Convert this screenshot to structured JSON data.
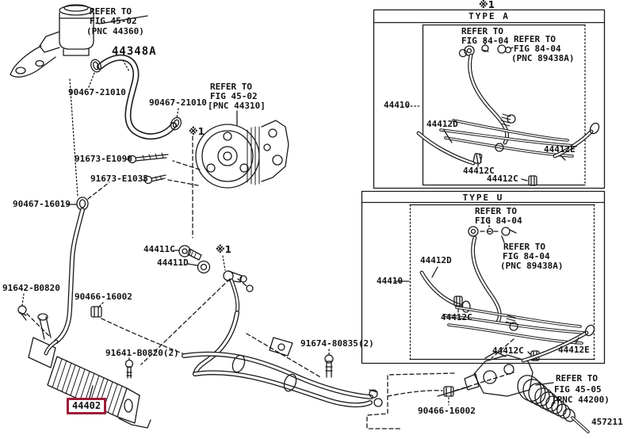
{
  "figure_code": "457211",
  "colors": {
    "line": "#1a1a1a",
    "highlight": "#9e1d38",
    "bg": "#ffffff"
  },
  "marks": {
    "panel_a": "※1",
    "pump": "※1",
    "union": "※1"
  },
  "panels": {
    "a": {
      "title": "TYPE A"
    },
    "u": {
      "title": "TYPE U"
    }
  },
  "notes": {
    "reservoir": [
      "REFER TO",
      "FIG 45-02",
      "(PNC 44360)"
    ],
    "pump": [
      "REFER TO",
      "FIG 45-02",
      "[PNC 44310]"
    ],
    "gear": [
      "REFER TO",
      "FIG 45-05",
      "(PNC 44200)"
    ],
    "panel_a_top": [
      "REFER TO",
      "FIG 84-04"
    ],
    "panel_a_side": [
      "REFER TO",
      "FIG 84-04",
      "(PNC 89438A)"
    ],
    "panel_u_top": [
      "REFER TO",
      "FIG 84-04"
    ],
    "panel_u_side": [
      "REFER TO",
      "FIG 84-04",
      "(PNC 89438A)"
    ]
  },
  "parts": {
    "hose_44348a": "44348A",
    "clamp_90467_21010_a": "90467-21010",
    "clamp_90467_21010_b": "90467-21010",
    "bolt_91673_e1090": "91673-E1090",
    "bolt_91673_e1035": "91673-E1035",
    "clamp_90467_16019": "90467-16019",
    "union_44411c": "44411C",
    "gasket_44411d": "44411D",
    "bolt_91642_b0820": "91642-B0820",
    "clip_90466_16002_a": "90466-16002",
    "bolt_91641_b0820": "91641-B0820(2)",
    "cooler_44402": "44402",
    "bolt_91674_80835": "91674-80835(2)",
    "clip_90466_16002_b": "90466-16002",
    "tube_44410_a": "44410",
    "tube_44410_u": "44410",
    "a_44412d": "44412D",
    "a_44412c_1": "44412C",
    "a_44412c_2": "44412C",
    "a_44412e": "44412E",
    "u_44412d": "44412D",
    "u_44412c_1": "44412C",
    "u_44412c_2": "44412C",
    "u_44412e": "44412E"
  }
}
